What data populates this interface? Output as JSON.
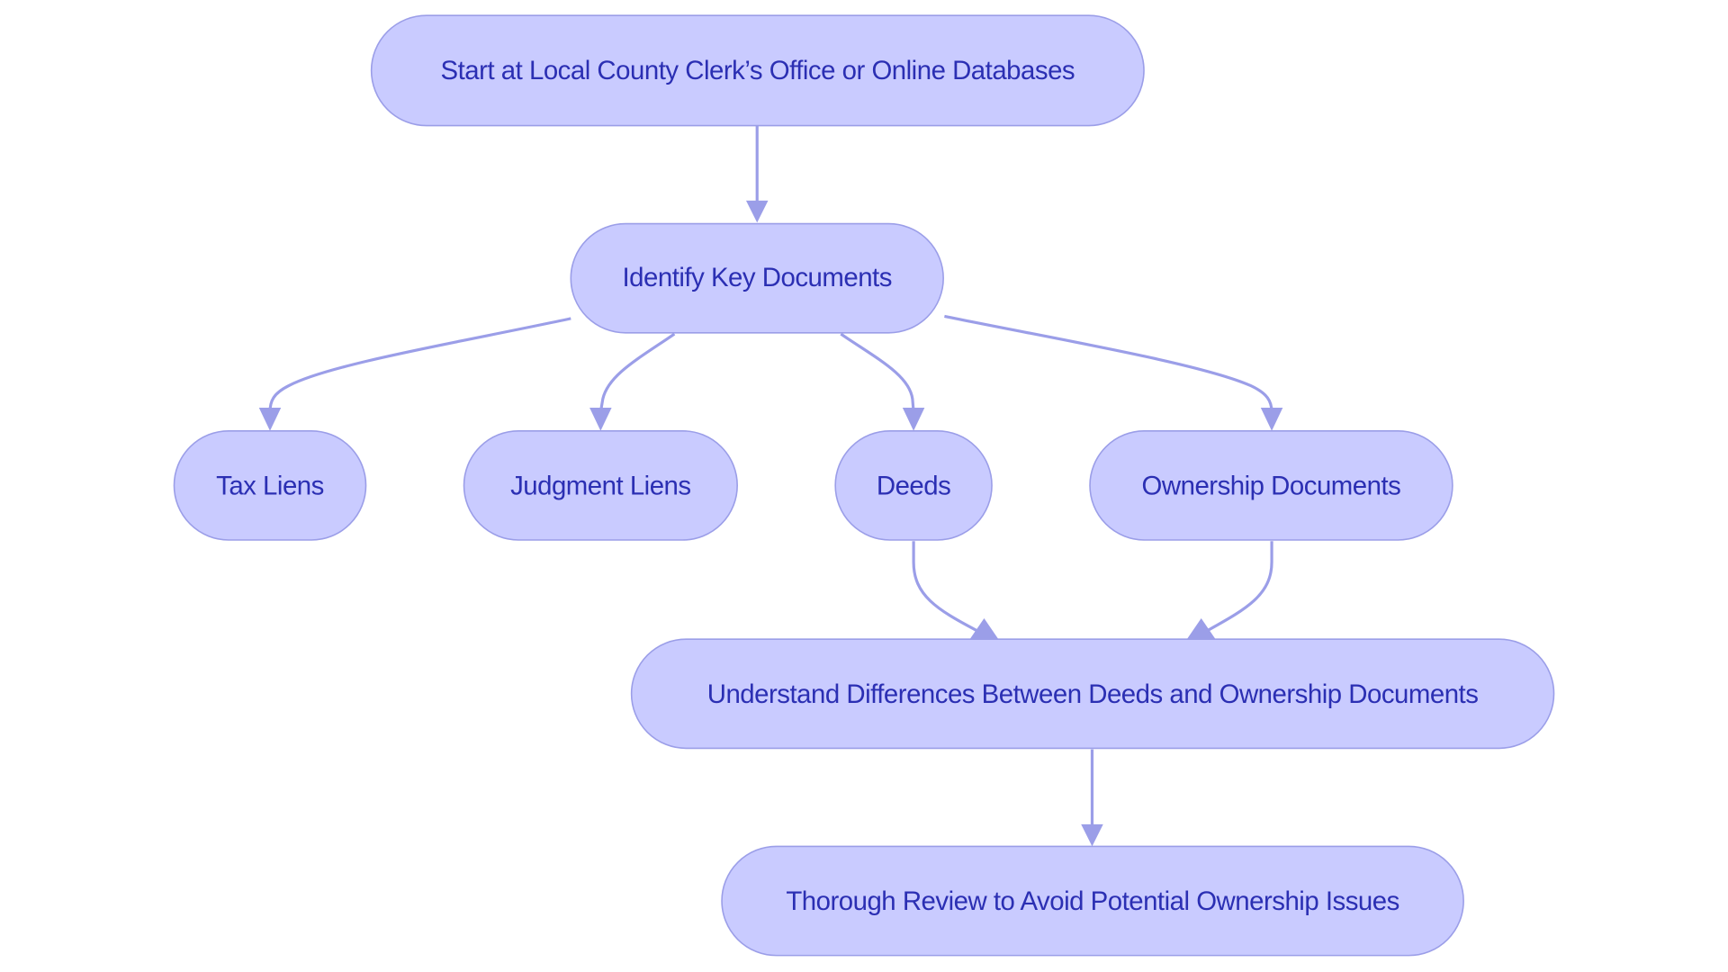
{
  "title": "Property records search flowchart",
  "colors": {
    "node_fill": "#c9cbff",
    "node_stroke": "#9b9ee8",
    "text": "#2b2fb3",
    "edge": "#9b9ee8",
    "background": "#ffffff"
  },
  "nodes": {
    "start": {
      "label": "Start at Local County Clerk’s Office or Online Databases"
    },
    "identify": {
      "label": "Identify Key Documents"
    },
    "tax_liens": {
      "label": "Tax Liens"
    },
    "judgment_liens": {
      "label": "Judgment Liens"
    },
    "deeds": {
      "label": "Deeds"
    },
    "ownership_docs": {
      "label": "Ownership Documents"
    },
    "understand": {
      "label": "Understand Differences Between Deeds and Ownership Documents"
    },
    "review": {
      "label": "Thorough Review to Avoid Potential Ownership Issues"
    }
  },
  "edges": [
    {
      "from": "start",
      "to": "identify"
    },
    {
      "from": "identify",
      "to": "tax_liens"
    },
    {
      "from": "identify",
      "to": "judgment_liens"
    },
    {
      "from": "identify",
      "to": "deeds"
    },
    {
      "from": "identify",
      "to": "ownership_docs"
    },
    {
      "from": "deeds",
      "to": "understand"
    },
    {
      "from": "ownership_docs",
      "to": "understand"
    },
    {
      "from": "understand",
      "to": "review"
    }
  ]
}
